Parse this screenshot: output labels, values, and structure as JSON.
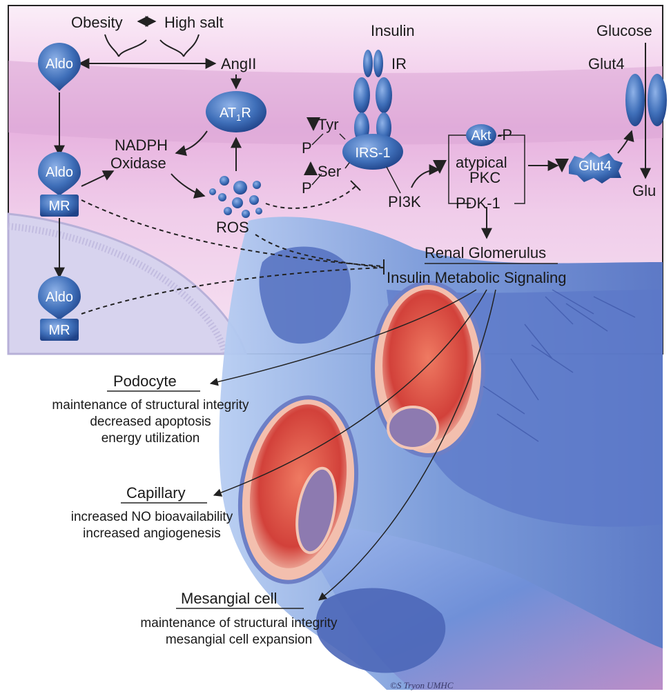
{
  "top": {
    "obesity": "Obesity",
    "high_salt": "High salt",
    "angII": "AngII",
    "insulin": "Insulin",
    "ir": "IR",
    "glucose": "Glucose",
    "glut4_top": "Glut4",
    "glu": "Glu"
  },
  "nodes": {
    "aldo": "Aldo",
    "mr": "MR",
    "at1r_main": "AT",
    "at1r_sub": "1",
    "at1r_end": "R",
    "irs1": "IRS-1",
    "akt": "Akt",
    "akt_p": "-P",
    "glut4": "Glut4"
  },
  "labels": {
    "nadph": "NADPH",
    "oxidase": "Oxidase",
    "ros": "ROS",
    "tyr": "Tyr",
    "ser": "Ser",
    "p": "P",
    "pi3k": "PI3K",
    "atypical": "atypical",
    "pkc": "PKC",
    "pdk1": "PDK-1"
  },
  "renal": {
    "title": "Renal Glomerulus",
    "subtitle": "Insulin Metabolic Signaling"
  },
  "outcomes": {
    "podocyte": {
      "title": "Podocyte",
      "lines": [
        "maintenance of structural integrity",
        "decreased apoptosis",
        "energy utilization"
      ]
    },
    "capillary": {
      "title": "Capillary",
      "lines": [
        "increased NO bioavailability",
        "increased angiogenesis"
      ]
    },
    "mesangial": {
      "title": "Mesangial cell",
      "lines": [
        "maintenance of structural integrity",
        "mesangial cell expansion"
      ]
    }
  },
  "signature": "©S Tryon UMHC",
  "colors": {
    "membrane": "#d9a8d6",
    "node_blue": "#3d6fb8",
    "tissue_blue": "#6e92d6",
    "capillary_red": "#d84a3a"
  }
}
